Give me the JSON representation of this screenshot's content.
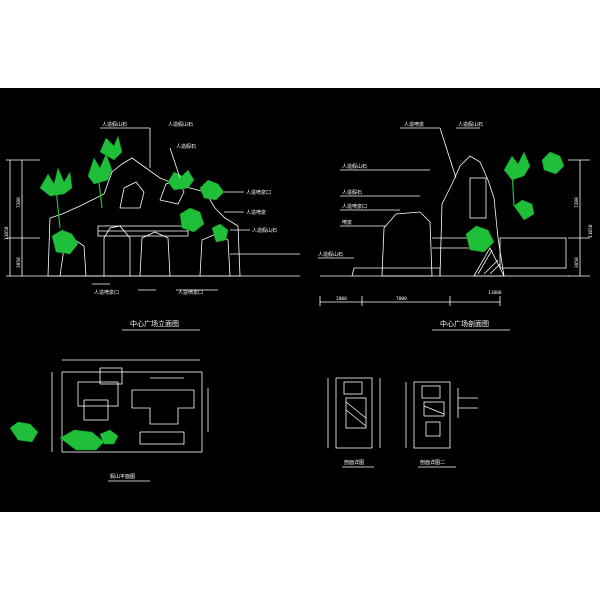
{
  "drawing": {
    "colors": {
      "background": "#000000",
      "line": "#ffffff",
      "vegetation": "#1fbf3a"
    },
    "views": [
      {
        "id": "elevation",
        "title": "中心广场立面图",
        "dims": {
          "h_total": "11050",
          "h_upper": "7200",
          "h_lower": "3850"
        },
        "callouts": [
          "人造假山石",
          "人造假山石",
          "人造假石",
          "人造喷泉口",
          "人造喷泉",
          "人造假山石",
          "人造喷泉口",
          "人造喷泉口"
        ]
      },
      {
        "id": "section",
        "title": "中心广场剖面图",
        "dims": {
          "h_total": "11050",
          "h_upper": "7200",
          "h_lower": "3850",
          "bottom_left": "2800",
          "bottom_mid": "7000",
          "bottom_total": "11000"
        },
        "callouts": [
          "人造喷泉",
          "人造假山石",
          "人造假山石",
          "人造假石",
          "人造喷泉口",
          "喷泉",
          "人造假山石"
        ]
      },
      {
        "id": "plan",
        "title": "假山平面图"
      },
      {
        "id": "detail_a",
        "title": "剖面详图"
      },
      {
        "id": "detail_b",
        "title": "剖面详图二"
      }
    ]
  }
}
